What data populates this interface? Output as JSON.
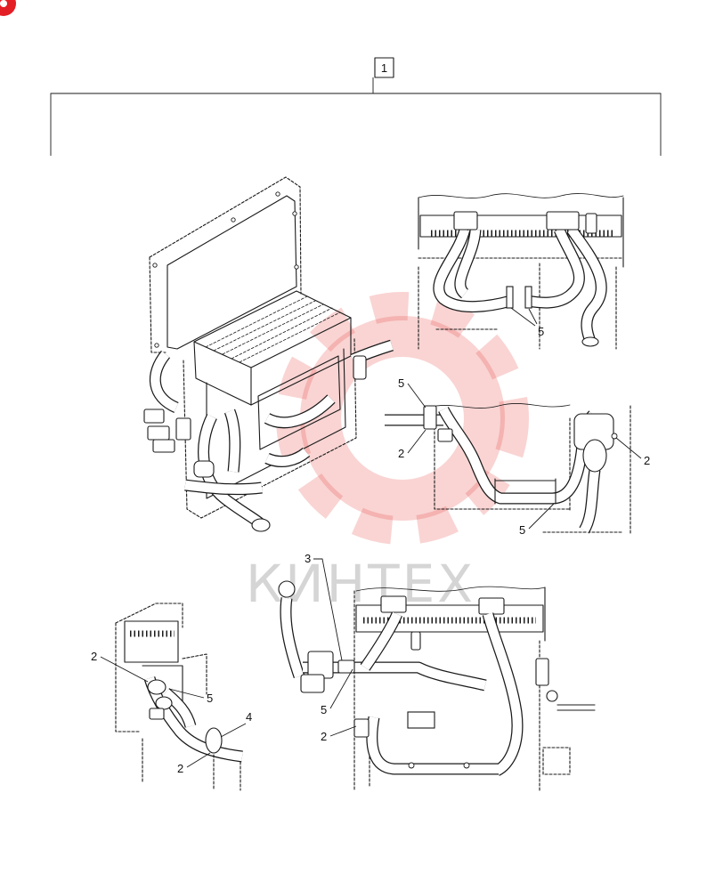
{
  "corner_badge": {
    "icon": "brand-badge-icon",
    "color": "#e31e24"
  },
  "watermark": {
    "text": "КИНТЕХ",
    "icon": "gear-logo-icon",
    "gear_color": "#e53935",
    "text_color": "#8a8a8a"
  },
  "diagram": {
    "line_color": "#1a1a1a",
    "callouts": [
      {
        "label": "1"
      },
      {
        "label": "5"
      },
      {
        "label": "5"
      },
      {
        "label": "2"
      },
      {
        "label": "2"
      },
      {
        "label": "5"
      },
      {
        "label": "3"
      },
      {
        "label": "5"
      },
      {
        "label": "2"
      },
      {
        "label": "2"
      },
      {
        "label": "5"
      },
      {
        "label": "4"
      },
      {
        "label": "2"
      }
    ]
  }
}
